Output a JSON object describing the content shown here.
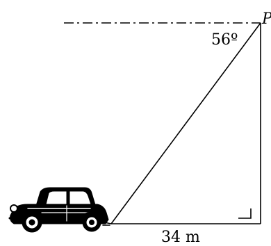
{
  "diagram": {
    "angle_label": "56º",
    "base_label": "34 m",
    "point_label": "P"
  }
}
